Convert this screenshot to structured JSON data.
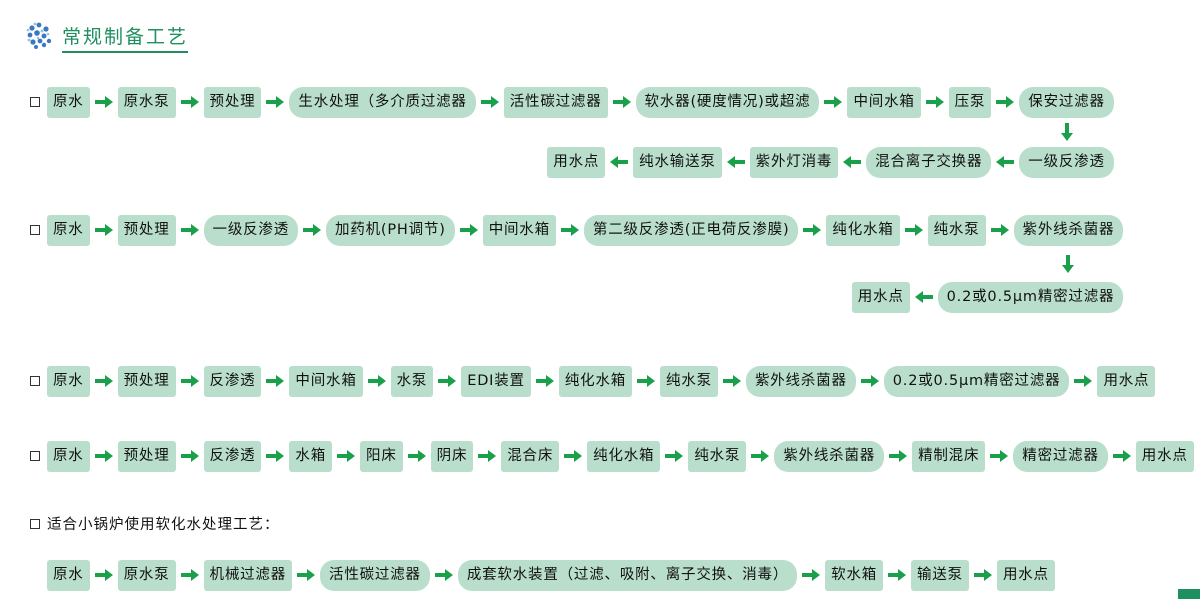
{
  "header": {
    "title": "常规制备工艺",
    "logo_icon": "molecule-cluster-icon",
    "accent_color": "#1f8f5f",
    "box_color": "#b9dfcc",
    "arrow_color": "#1aa04a"
  },
  "process1": {
    "line1": [
      "原水",
      "原水泵",
      "预处理",
      "生水处理（多介质过滤器",
      "活性碳过滤器",
      "软水器(硬度情况)或超滤",
      "中间水箱",
      "压泵",
      "保安过滤器"
    ],
    "line2": [
      "用水点",
      "纯水输送泵",
      "紫外灯消毒",
      "混合离子交换器",
      "一级反渗透"
    ]
  },
  "process2": {
    "line1": [
      "原水",
      "预处理",
      "一级反渗透",
      "加药机(PH调节)",
      "中间水箱",
      "第二级反渗透(正电荷反渗膜)",
      "纯化水箱",
      "纯水泵",
      "紫外线杀菌器"
    ],
    "line2": [
      "用水点",
      "0.2或0.5μm精密过滤器"
    ]
  },
  "process3": {
    "line1": [
      "原水",
      "预处理",
      "反渗透",
      "中间水箱",
      "水泵",
      "EDI装置",
      "纯化水箱",
      "纯水泵",
      "紫外线杀菌器",
      "0.2或0.5μm精密过滤器",
      "用水点"
    ]
  },
  "process4": {
    "line1": [
      "原水",
      "预处理",
      "反渗透",
      "水箱",
      "阳床",
      "阴床",
      "混合床",
      "纯化水箱",
      "纯水泵",
      "紫外线杀菌器",
      "精制混床",
      "精密过滤器",
      "用水点"
    ]
  },
  "note": {
    "text": "适合小锅炉使用软化水处理工艺："
  },
  "process5": {
    "line1": [
      "原水",
      "原水泵",
      "机械过滤器",
      "活性碳过滤器",
      "成套软水装置（过滤、吸附、离子交换、消毒）",
      "软水箱",
      "输送泵",
      "用水点"
    ]
  }
}
